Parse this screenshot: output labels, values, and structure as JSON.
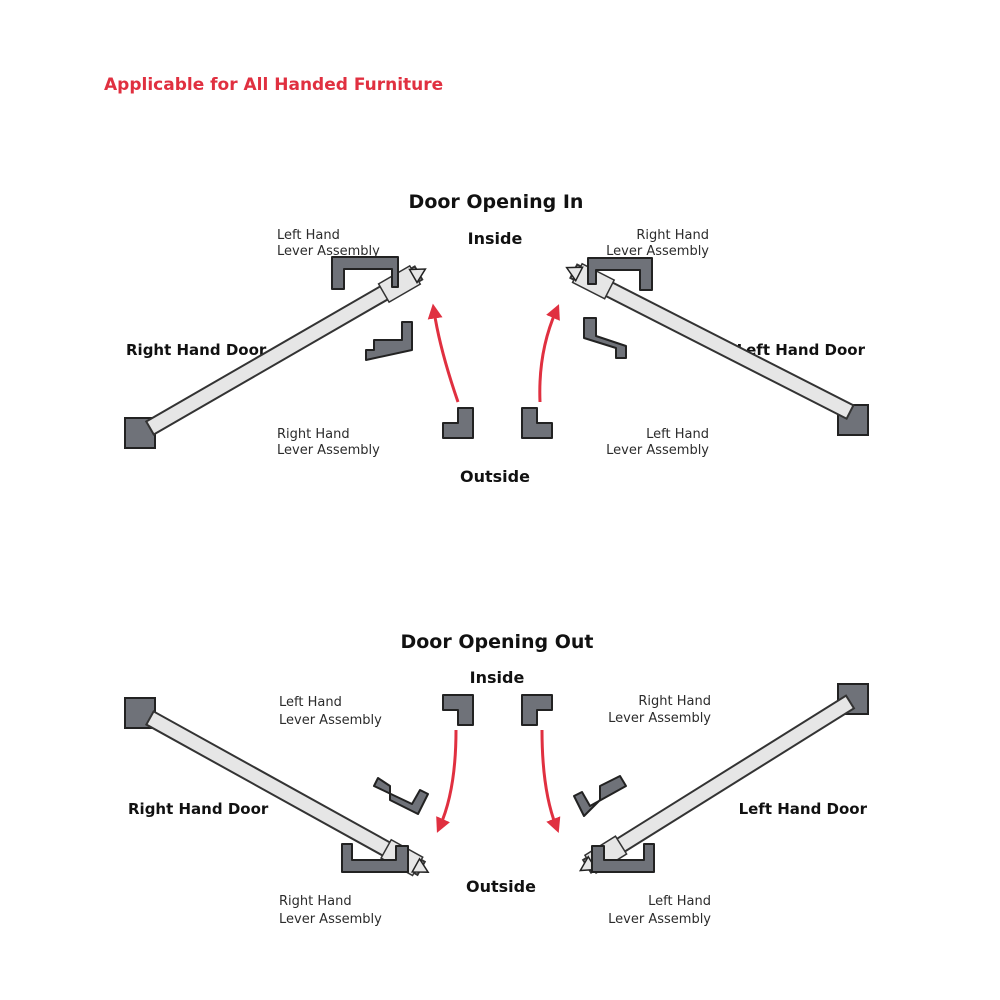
{
  "note": "Applicable for All Handed Furniture",
  "colors": {
    "accent": "#e03040",
    "door_fill": "#e6e6e6",
    "frame_fill": "#6f7279",
    "lever_fill": "#6f7279"
  },
  "opening_in": {
    "title": "Door Opening In",
    "inside": "Inside",
    "outside": "Outside",
    "right_door": "Right Hand Door",
    "left_door": "Left Hand Door",
    "lever_top_left": [
      "Left Hand",
      "Lever Assembly"
    ],
    "lever_top_right": [
      "Right Hand",
      "Lever Assembly"
    ],
    "lever_bottom_left": [
      "Right Hand",
      "Lever Assembly"
    ],
    "lever_bottom_right": [
      "Left Hand",
      "Lever Assembly"
    ]
  },
  "opening_out": {
    "title": "Door Opening Out",
    "inside": "Inside",
    "outside": "Outside",
    "right_door": "Right Hand Door",
    "left_door": "Left Hand Door",
    "lever_top_left": [
      "Left Hand",
      "Lever Assembly"
    ],
    "lever_top_right": [
      "Right Hand",
      "Lever Assembly"
    ],
    "lever_bottom_left": [
      "Right Hand",
      "Lever Assembly"
    ],
    "lever_bottom_right": [
      "Left Hand",
      "Lever Assembly"
    ]
  }
}
